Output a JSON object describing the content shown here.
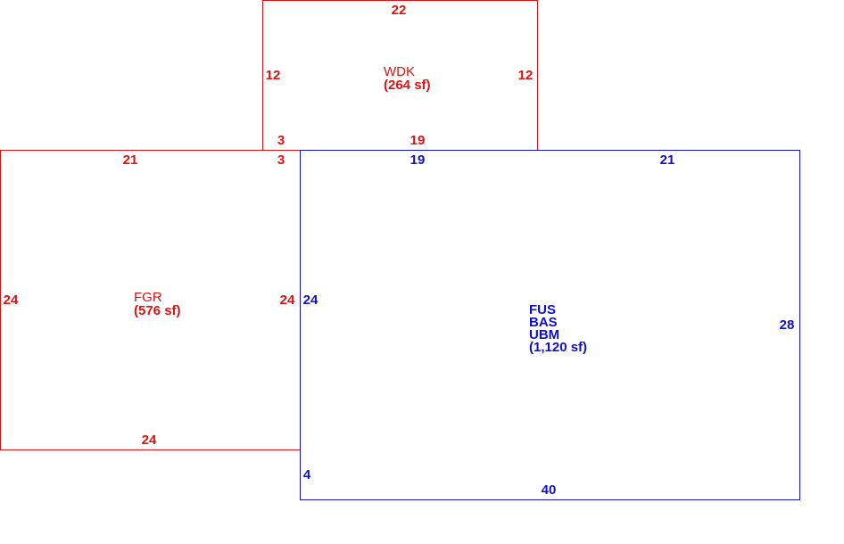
{
  "colors": {
    "red": "#e01010",
    "blue": "#1010c8"
  },
  "wdk": {
    "name": "WDK",
    "area": "(264 sf)",
    "dims": {
      "top": "22",
      "left": "12",
      "right": "12",
      "bottom_left": "3",
      "bottom": "19"
    }
  },
  "fgr": {
    "name": "FGR",
    "area": "(576 sf)",
    "dims": {
      "top": "21",
      "top_right": "3",
      "left": "24",
      "right": "24",
      "bottom": "24"
    }
  },
  "main": {
    "codes": [
      "FUS",
      "BAS",
      "UBM"
    ],
    "area": "(1,120 sf)",
    "dims": {
      "top_left": "19",
      "top_right": "21",
      "left": "24",
      "right": "28",
      "bottom_left": "4",
      "bottom": "40"
    }
  }
}
